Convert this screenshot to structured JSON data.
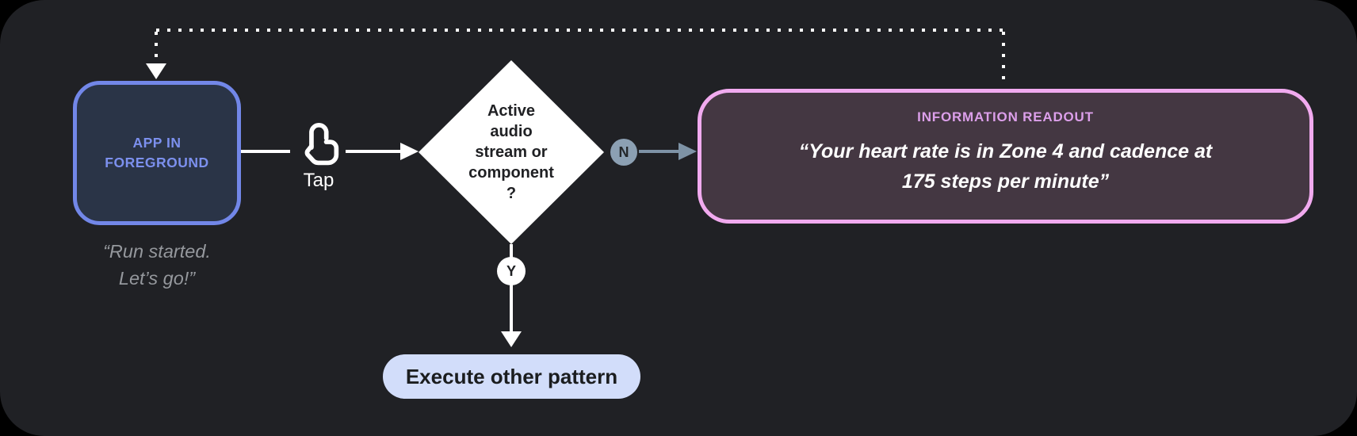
{
  "diagram": {
    "start_node": {
      "label": "APP IN\nFOREGROUND",
      "caption": "“Run started.\nLet’s go!”",
      "border_color": "#7287E8",
      "fill_color": "#2A3447",
      "text_color": "#7C90EE"
    },
    "tap_trigger": {
      "label": "Tap",
      "icon": "tap-gesture-icon"
    },
    "decision_node": {
      "label": "Active\naudio\nstream or\ncomponent\n?",
      "fill_color": "#FFFFFF",
      "text_color": "#202124"
    },
    "branch_no": {
      "badge": "N",
      "badge_color": "#8CA0B3"
    },
    "branch_yes": {
      "badge": "Y",
      "badge_color": "#FFFFFF"
    },
    "readout_node": {
      "title": "INFORMATION READOUT",
      "body": "“Your heart rate is in Zone 4 and cadence at\n175 steps per minute”",
      "border_color": "#F1AAEF",
      "fill_color": "#443742",
      "title_color": "#DC9FEA"
    },
    "yes_action_node": {
      "label": "Execute other pattern",
      "fill_color": "#D2DDFA",
      "text_color": "#1B1D1F"
    },
    "canvas": {
      "surface_color": "#202125",
      "background_color": "#000000"
    }
  }
}
